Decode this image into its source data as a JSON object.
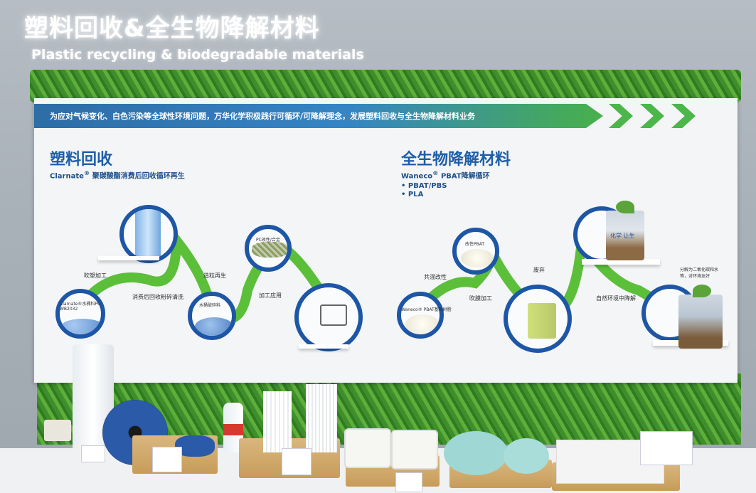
{
  "header": {
    "title_cn": "塑料回收&全生物降解材料",
    "title_en": "Plastic recycling & biodegradable materials"
  },
  "banner": {
    "text": "为应对气候变化、白色污染等全球性环境问题，万华化学积极践行可循环/可降解理念，发展塑料回收与全生物降解材料业务"
  },
  "recycling": {
    "title": "塑料回收",
    "brand": "Clarnate",
    "reg": "®",
    "subtitle": "聚碳酸酯消费后回收循环再生",
    "steps": {
      "blow": "吹塑加工",
      "crush": "消费后回收粉碎清洗",
      "pellet": "造粒再生",
      "process": "加工应用",
      "resin_label": "Clarnate®水桶料PC WB2032",
      "granule_label": "水桶破碎料",
      "alloy_label": "PC改性/合金"
    }
  },
  "biodegradable": {
    "title": "全生物降解材料",
    "brand": "Waneco",
    "reg": "®",
    "subtitle": "PBAT降解循环",
    "bullets": [
      "• PBAT/PBS",
      "• PLA"
    ],
    "steps": {
      "modify": "共混改性",
      "blow": "吹膜加工",
      "discard": "废弃",
      "degrade": "自然环境中降解",
      "decompose": "分解为二氧化碳和水等，对环境友好",
      "base_label": "Waneco® PBAT基础树脂",
      "modified_label": "改性PBAT"
    }
  },
  "decor": {
    "plant_bag_text": "化学 让生"
  },
  "colors": {
    "banner_blue": "#2e6da6",
    "banner_green": "#48b04a",
    "circle_blue": "#1e56a6",
    "title_blue": "#1f5ea8",
    "foliage": "#4a9a30"
  }
}
